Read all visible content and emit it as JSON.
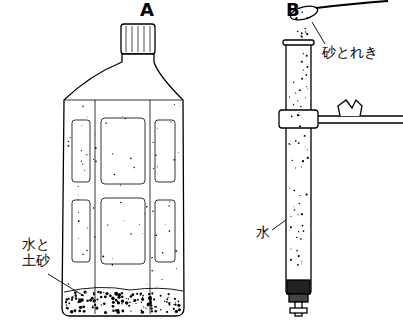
{
  "diagram": {
    "labels": [
      "A",
      "B",
      "水と 土砂",
      "砂とれき",
      "水"
    ]
  }
}
